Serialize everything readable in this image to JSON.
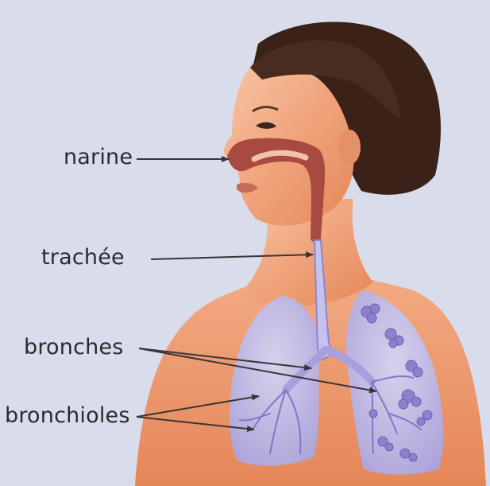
{
  "labels": {
    "narine": "narine",
    "trachee": "trachée",
    "bronches": "bronches",
    "bronchioles": "bronchioles"
  },
  "colors": {
    "background": "#d9dcea",
    "skin": "#f0a47c",
    "hair": "#3b2219",
    "airway": "#a94a40",
    "lungs": "#b7b4e6",
    "alveoli": "#7a72c2",
    "text": "#2b2a2e"
  }
}
